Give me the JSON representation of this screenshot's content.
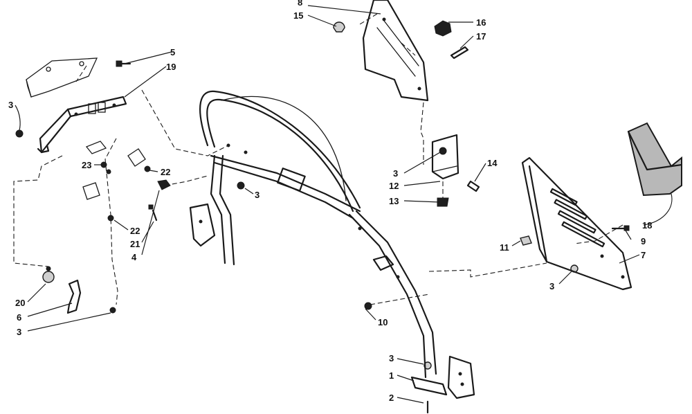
{
  "callouts": {
    "c1": "1",
    "c2": "2",
    "c3a": "3",
    "c3b": "3",
    "c3c": "3",
    "c3d": "3",
    "c3e": "3",
    "c3f": "3",
    "c4": "4",
    "c5": "5",
    "c6": "6",
    "c7": "7",
    "c8": "8",
    "c9": "9",
    "c10": "10",
    "c11": "11",
    "c12": "12",
    "c13": "13",
    "c14": "14",
    "c15": "15",
    "c16": "16",
    "c17": "17",
    "c18": "18",
    "c19": "19",
    "c20": "20",
    "c21": "21",
    "c22a": "22",
    "c22b": "22",
    "c23": "23"
  },
  "parts": [
    "tubular-frame-assembly",
    "mounting-bracket-left",
    "mounting-bracket-upper",
    "side-panel-louvered",
    "windshield-panel",
    "foam-pad",
    "rubber-mount",
    "lock-nut",
    "hex-screw",
    "spring-clip",
    "rivet"
  ]
}
